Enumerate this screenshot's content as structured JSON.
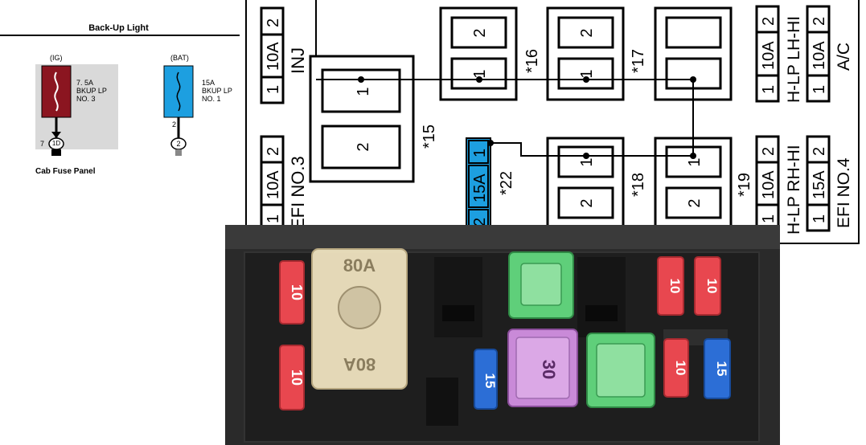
{
  "schematic": {
    "title": "Back-Up Light",
    "fuse_ig": {
      "label": "(IG)",
      "spec_lines": [
        "7. 5A",
        "BKUP LP",
        "NO. 3"
      ],
      "connector_pin": "7",
      "connector_id": "1D",
      "color": "#8b1520"
    },
    "fuse_bat": {
      "label": "(BAT)",
      "spec_lines": [
        "15A",
        "BKUP LP",
        "NO. 1"
      ],
      "connector_pin_top": "2",
      "connector_id": "2",
      "color": "#1d9fe0"
    },
    "panel_label": "Cab Fuse Panel"
  },
  "relay_box": {
    "left_fuses": [
      {
        "pins": [
          "1",
          "2"
        ],
        "rating": "10A",
        "name": "INJ"
      },
      {
        "pins": [
          "1",
          "2"
        ],
        "rating": "10A",
        "name": "EFI NO.3"
      }
    ],
    "relays": [
      {
        "id": "*15",
        "slots": [
          "1",
          "2"
        ]
      },
      {
        "id": "*16",
        "slots": [
          "2",
          "1"
        ]
      },
      {
        "id": "*17",
        "slots": [
          "2",
          "1"
        ]
      },
      {
        "id": "*18",
        "slots": [
          "1",
          "2"
        ]
      },
      {
        "id": "*19",
        "slots": [
          "1",
          "2"
        ]
      }
    ],
    "fuse_22": {
      "id": "*22",
      "pins": [
        "1",
        "2"
      ],
      "rating": "15A",
      "color": "#1d9fe0"
    },
    "right_fuses": [
      {
        "pins": [
          "1",
          "2"
        ],
        "rating": "10A",
        "name": "H-LP LH-HI"
      },
      {
        "pins": [
          "1",
          "2"
        ],
        "rating": "10A",
        "name": "A/C"
      },
      {
        "pins": [
          "1",
          "2"
        ],
        "rating": "10A",
        "name": "H-LP RH-HI"
      },
      {
        "pins": [
          "1",
          "2"
        ],
        "rating": "15A",
        "name": "EFI NO.4"
      }
    ]
  },
  "photo": {
    "fuses": [
      {
        "text": "10",
        "color": "#e8474f"
      },
      {
        "text": "10",
        "color": "#e8474f"
      },
      {
        "text": "80A",
        "color": "#efe3c0"
      },
      {
        "text": "15",
        "color": "#2c6ed6"
      },
      {
        "text": "30",
        "color": "#c98ad8"
      },
      {
        "text": "10",
        "color": "#e8474f"
      },
      {
        "text": "10",
        "color": "#e8474f"
      },
      {
        "text": "10",
        "color": "#e8474f"
      },
      {
        "text": "15",
        "color": "#2c6ed6"
      }
    ]
  }
}
